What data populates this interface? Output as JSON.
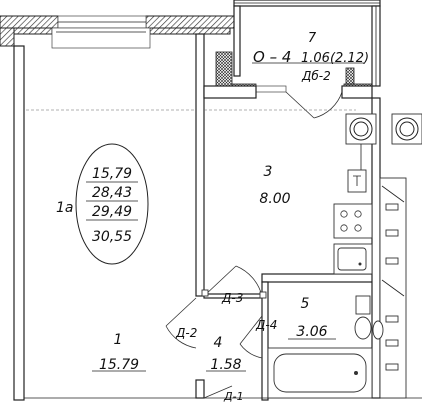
{
  "rooms": {
    "r1": {
      "number": "1",
      "area": "15.79"
    },
    "r1a": {
      "number": "1а",
      "areas": [
        "15,79",
        "28,43",
        "29,49",
        "30,55"
      ]
    },
    "r3": {
      "number": "3",
      "area": "8.00"
    },
    "r4": {
      "number": "4",
      "area": "1.58"
    },
    "r5": {
      "number": "5",
      "area": "3.06"
    },
    "r7": {
      "number": "7",
      "loggia": "О – 4",
      "loggia_area": "1.06(2.12)"
    }
  },
  "doors": {
    "d1": "Д-1",
    "d2": "Д-2",
    "d3": "Д-3",
    "d4": "Д-4",
    "db2": "Дб-2"
  }
}
